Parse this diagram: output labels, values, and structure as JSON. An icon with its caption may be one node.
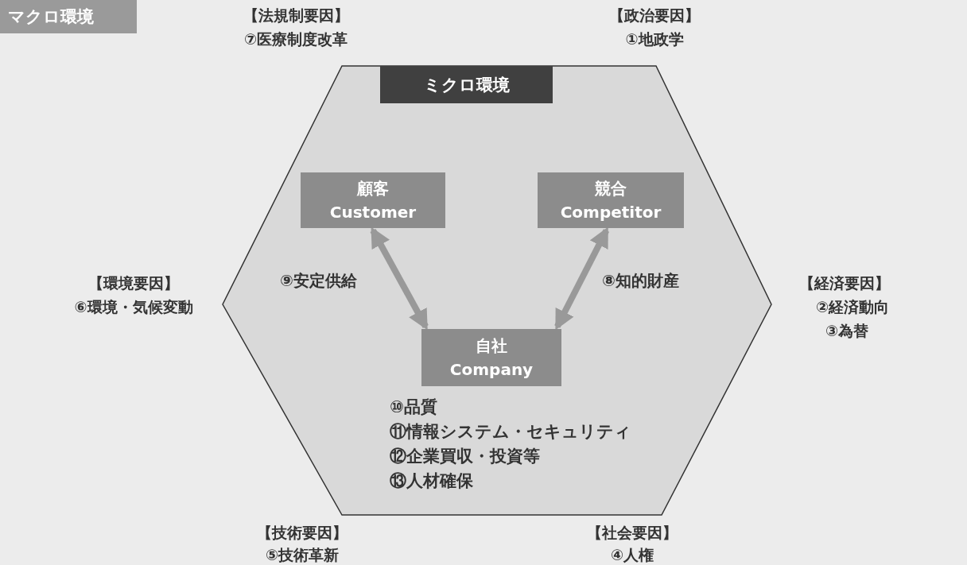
{
  "diagram": {
    "title": "マクロ環境",
    "nodes": [
      {
        "text": [
          "ミクロ環境"
        ]
      },
      {
        "text": [
          "顧客",
          "Customer"
        ],
        "in": 0
      },
      {
        "text": [
          "競合",
          "Competitor"
        ],
        "in": 0
      },
      {
        "text": [
          "自社",
          "Company"
        ],
        "in": 0,
        "beside": [
          "⑩品質",
          "⑪情報システム・セキュリティ",
          "⑫企業買収・投資等",
          "⑬人材確保"
        ]
      }
    ],
    "edges": [
      {
        "from": 1,
        "to": 3,
        "arrow": "both",
        "label": "⑨安定供給"
      },
      {
        "from": 2,
        "to": 3,
        "arrow": "both",
        "label": "⑧知的財産"
      }
    ],
    "labels": [
      "【法規制要因】",
      "⑦医療制度改革",
      "【政治要因】",
      "①地政学",
      "【環境要因】",
      "⑥環境・気候変動",
      "【経済要因】",
      "②経済動向",
      "③為替",
      "【技術要因】",
      "⑤技術革新",
      "【社会要因】",
      "④人権"
    ]
  }
}
